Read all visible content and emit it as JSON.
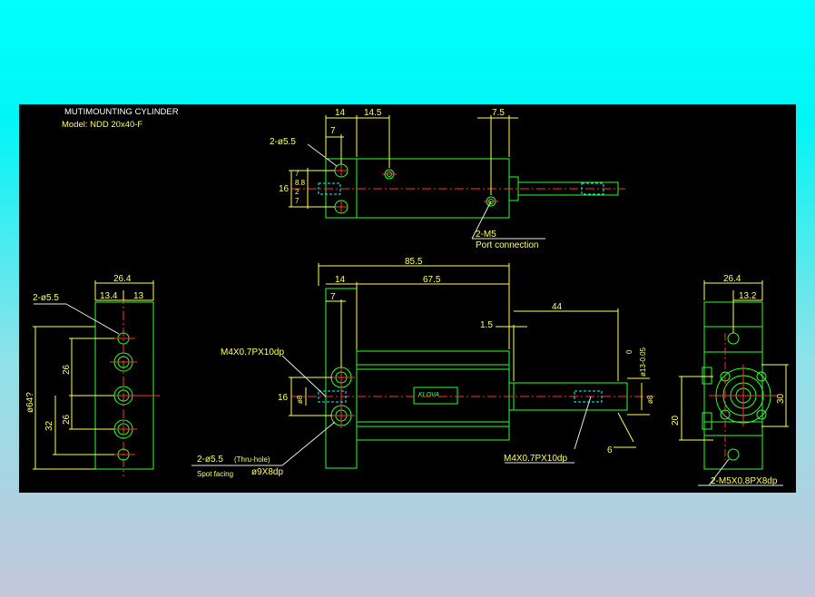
{
  "title": {
    "line1": "MUTIMOUNTING CYLINDER",
    "line2": "Model: NDD 20x40-F"
  },
  "top_view": {
    "dims": {
      "d14": "14",
      "d14_5": "14.5",
      "d7_5": "7.5",
      "d7": "7",
      "d16": "16",
      "stack": [
        "7",
        "8.8",
        "2"
      ],
      "stack2": [
        "7",
        "8.8"
      ]
    },
    "hole_label": "2-ø5.5",
    "port_label": "2-M5",
    "port_note": "Port connection"
  },
  "front_view": {
    "dims": {
      "d85_5": "85.5",
      "d14": "14",
      "d7": "7",
      "d67_5": "67.5",
      "d44": "44",
      "d1_5": "1.5",
      "d16": "16",
      "d8": "ø8",
      "d8b": "ø8",
      "tol_top": "0",
      "tol_bot": "ø13-0.05",
      "d6": "6"
    },
    "thread_left": "M4X0.7PX10dp",
    "thread_right": "M4X0.7PX10dp",
    "hole_note1": "2-ø5.5",
    "hole_note1b": "(Thru-hole)",
    "hole_note2": "Spot facing",
    "hole_note2b": "ø9X8dp",
    "brand": "KLOVA"
  },
  "left_view": {
    "dims": {
      "d26_4": "26.4",
      "d13_4": "13.4",
      "d13": "13",
      "d26a": "26",
      "d26b": "26",
      "d32": "32",
      "d64": "ø64?"
    },
    "hole_label": "2-ø5.5"
  },
  "right_view": {
    "dims": {
      "d26_4": "26.4",
      "d13_2": "13.2",
      "d30": "30",
      "d20": "20"
    },
    "thread_label": "2-M5X0.8PX8dp"
  },
  "colors": {
    "background_top": "#00ffff",
    "background_bottom": "#c4c6dc",
    "sheet": "#000000",
    "outline": "#2aff2a",
    "dimension": "#ffff55",
    "centerline": "#ff3333",
    "hidden": "#00ffff"
  }
}
